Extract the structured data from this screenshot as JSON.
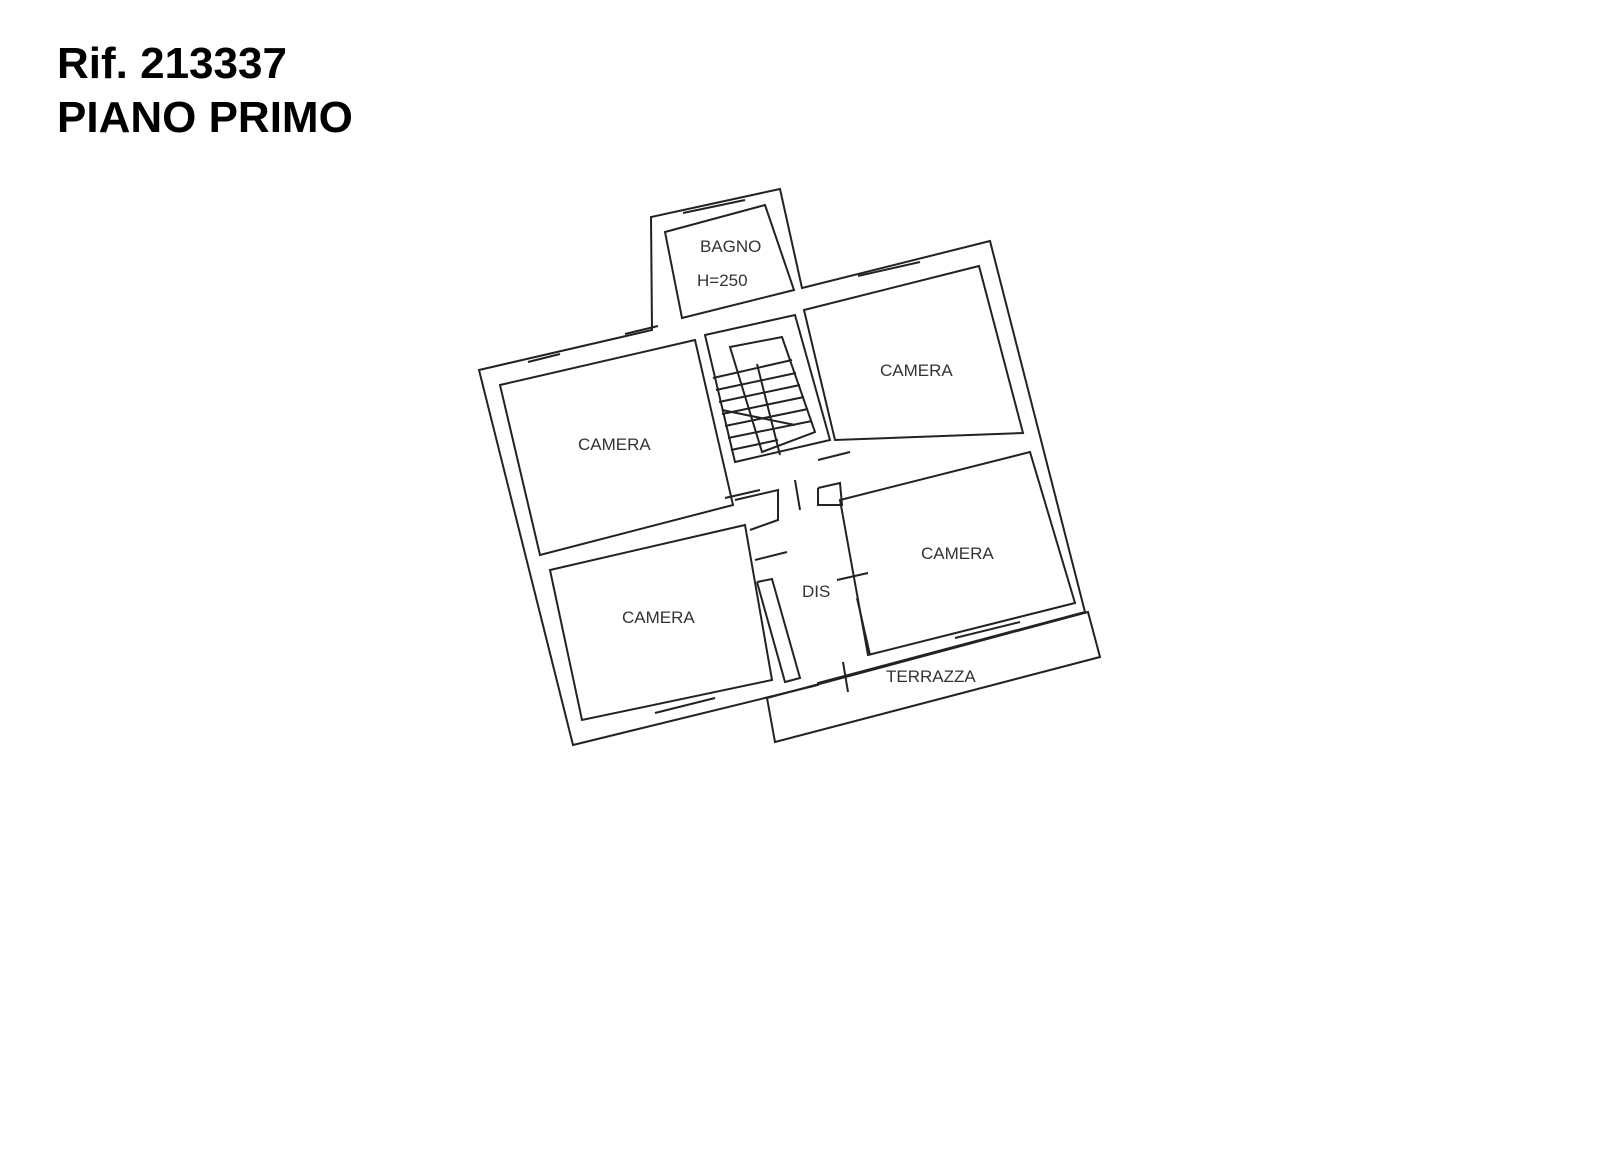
{
  "header": {
    "reference": "Rif. 213337",
    "floor": "PIANO PRIMO"
  },
  "plan": {
    "rooms": {
      "bagno": "BAGNO",
      "bagno_height": "H=250",
      "camera_top_left": "CAMERA",
      "camera_top_right": "CAMERA",
      "camera_bottom_left": "CAMERA",
      "camera_bottom_right": "CAMERA",
      "disimpegno": "DIS",
      "terrazza": "TERRAZZA"
    }
  }
}
